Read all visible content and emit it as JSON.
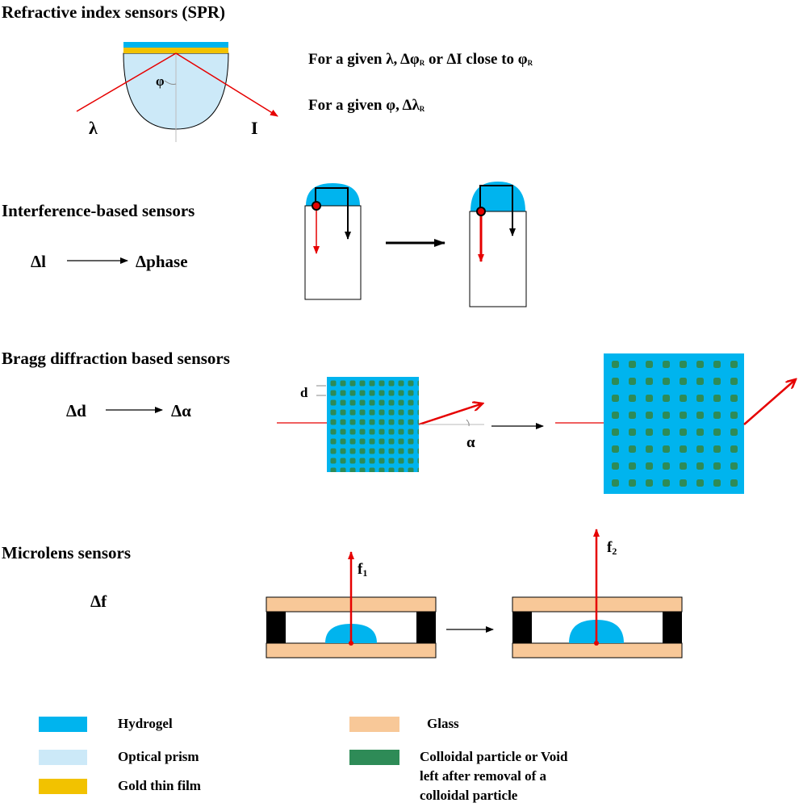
{
  "sections": {
    "spr": {
      "title": "Refractive index sensors (SPR)",
      "line1": "For a given λ, Δφ",
      "line1_sub": "R",
      "line1_mid": " or ΔI close to φ",
      "line1_sub2": "R",
      "line2": "For a given φ, Δλ",
      "line2_sub": "R",
      "label_lambda": "λ",
      "label_phi": "φ",
      "label_I": "I"
    },
    "interference": {
      "title": "Interference-based sensors",
      "relation_from": "Δl",
      "relation_to": "Δphase"
    },
    "bragg": {
      "title": "Bragg diffraction based sensors",
      "relation_from": "Δd",
      "relation_to": "Δα",
      "label_d": "d",
      "label_alpha": "α"
    },
    "microlens": {
      "title": "Microlens sensors",
      "relation": "Δf",
      "label_f1": "f",
      "label_f1_sub": "1",
      "label_f2": "f",
      "label_f2_sub": "2"
    }
  },
  "legend": [
    {
      "label": "Hydrogel",
      "color": "#00b4ee"
    },
    {
      "label": "Optical prism",
      "color": "#cce9f8"
    },
    {
      "label": "Gold thin film",
      "color": "#f2c200"
    },
    {
      "label": "Glass",
      "color": "#f8c898"
    },
    {
      "label_lines": [
        "Colloidal particle or Void",
        "left after removal of a",
        "colloidal particle"
      ],
      "color": "#2e8b57"
    }
  ],
  "colors": {
    "hydrogel": "#00b4ee",
    "prism": "#cce9f8",
    "gold": "#f2c200",
    "glass": "#f8c898",
    "particle": "#2e8b57",
    "ray": "#e60000",
    "spacer": "#000000"
  }
}
